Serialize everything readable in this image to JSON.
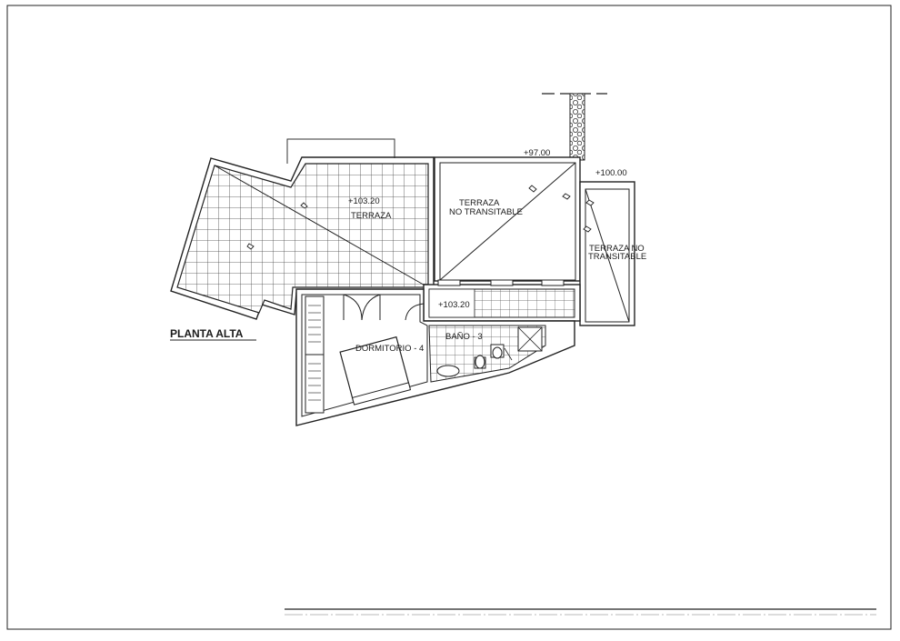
{
  "plan": {
    "title": "PLANTA ALTA",
    "rooms": {
      "terraza": "TERRAZA",
      "terraza_nt_line1": "TERRAZA",
      "terraza_nt_line2": "NO TRANSITABLE",
      "terraza_nt2": "TERRAZA NO",
      "terraza_nt2_line2": "TRANSITABLE",
      "dormitorio": "DORMITORIO - 4",
      "bano": "BAÑO - 3"
    },
    "levels": {
      "terraza": "+103.20",
      "hall": "+103.20",
      "terraza_nt": "+97.00",
      "terraza_nt2": "+100.00"
    }
  }
}
